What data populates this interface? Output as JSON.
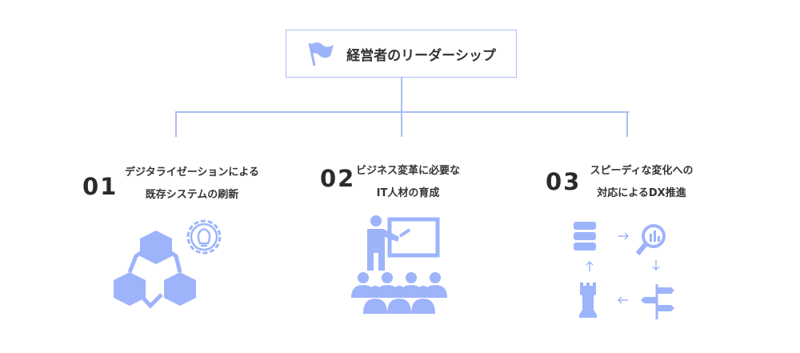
{
  "root": {
    "title": "経営者のリーダーシップ",
    "icon": "flag-icon"
  },
  "items": [
    {
      "number": "01",
      "line1": "デジタライゼーションによる",
      "line2": "既存システムの刷新",
      "icon": "blocks-gear-icon"
    },
    {
      "number": "02",
      "line1": "ビジネス変革に必要な",
      "line2": "IT人材の育成",
      "icon": "presentation-icon"
    },
    {
      "number": "03",
      "line1": "スピーディな変化への",
      "line2": "対応によるDX推進",
      "icon": "dx-cycle-icon"
    }
  ],
  "colors": {
    "accent": "#9db4fb",
    "line": "#a9bdf2"
  }
}
